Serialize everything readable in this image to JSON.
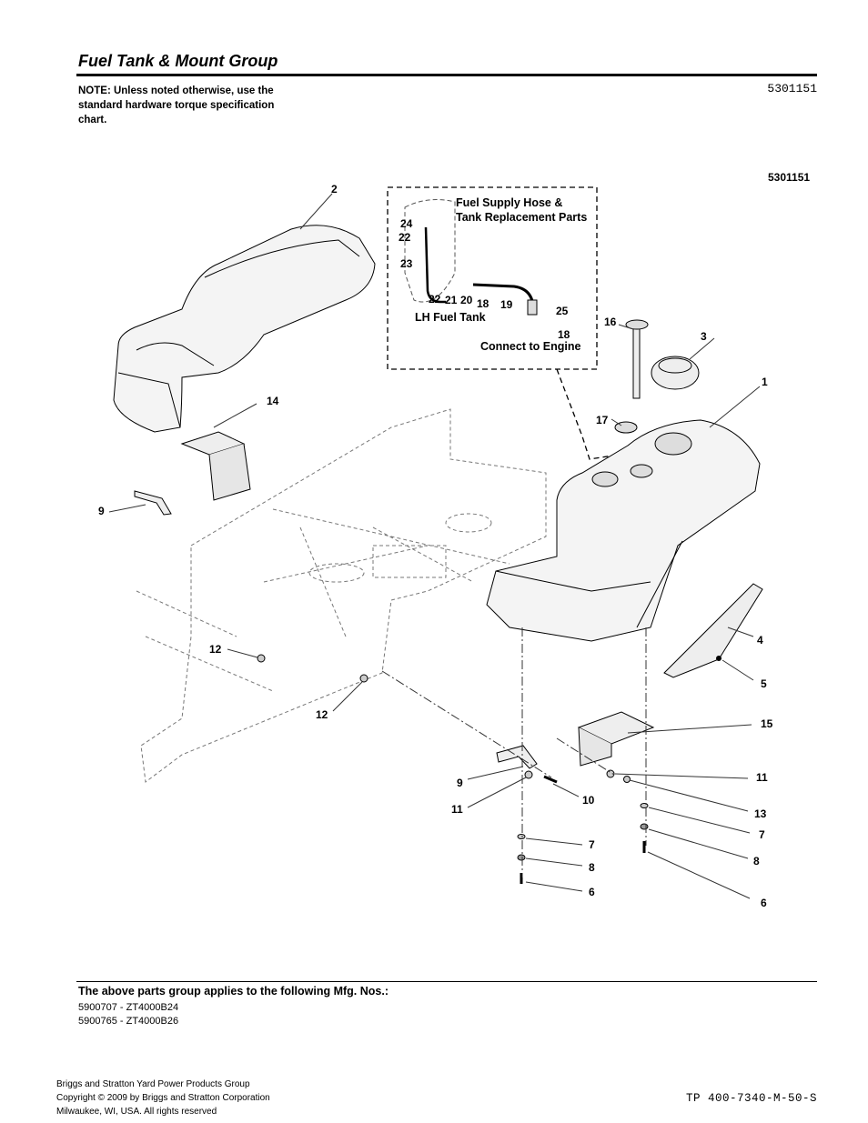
{
  "header": {
    "title": "Fuel Tank & Mount Group",
    "note": "NOTE: Unless noted otherwise, use the standard hardware torque specification chart.",
    "doc_number": "5301151"
  },
  "diagram": {
    "figure_number": "5301151",
    "inset_title_line1": "Fuel Supply Hose &",
    "inset_title_line2": "Tank Replacement Parts",
    "inset_lh_label": "LH Fuel Tank",
    "inset_engine_label": "Connect to Engine",
    "callouts": {
      "c1": "1",
      "c2": "2",
      "c3": "3",
      "c4": "4",
      "c5": "5",
      "c6a": "6",
      "c6b": "6",
      "c7a": "7",
      "c7b": "7",
      "c8a": "8",
      "c8b": "8",
      "c9a": "9",
      "c9b": "9",
      "c10": "10",
      "c11a": "11",
      "c11b": "11",
      "c12a": "12",
      "c12b": "12",
      "c13": "13",
      "c14": "14",
      "c15": "15",
      "c16": "16",
      "c17": "17",
      "i24": "24",
      "i22a": "22",
      "i23": "23",
      "i22b": "22",
      "i21": "21",
      "i20": "20",
      "i18a": "18",
      "i19": "19",
      "i25": "25",
      "i18b": "18"
    }
  },
  "applies": {
    "heading": "The above parts group applies to the following Mfg. Nos.:",
    "mfg_numbers": [
      "5900707 - ZT4000B24",
      "5900765 - ZT4000B26"
    ]
  },
  "footer": {
    "line1": "Briggs and Stratton Yard Power Products Group",
    "line2": "Copyright ©  2009 by Briggs and Stratton Corporation",
    "line3": "Milwaukee, WI, USA. All rights reserved",
    "doc_code": "TP 400-7340-M-50-S"
  }
}
